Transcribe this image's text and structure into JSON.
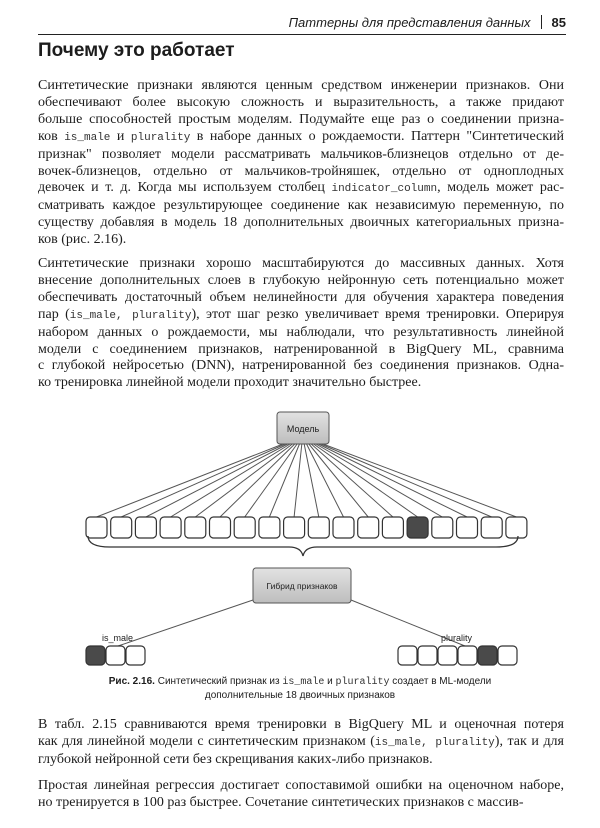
{
  "header": {
    "title": "Паттерны для представления данных",
    "page_number": "85"
  },
  "section_title": "Почему это работает",
  "para1": [
    [
      "Синтетические признаки являются ценным средством инженерии признаков. Они"
    ],
    [
      "обеспечивают более высокую сложность и выразительность, а также придают"
    ],
    [
      "больше способностей простым моделям. Подумайте еще раз о соединении призна-"
    ],
    [
      "ков ",
      "is_male",
      " и ",
      "plurality",
      " в наборе данных о рождаемости. Паттерн \"Синтетический"
    ],
    [
      "признак\" позволяет модели рассматривать мальчиков-близнецов отдельно от де-"
    ],
    [
      "вочек-близнецов, отдельно от мальчиков-тройняшек, отдельно от одноплодных"
    ],
    [
      "девочек и т. д. Когда мы используем столбец ",
      "indicator_column",
      ", модель может рас-"
    ],
    [
      "сматривать каждое результирующее соединение как независимую переменную, по"
    ],
    [
      "существу добавляя в модель 18 дополнительных двоичных категориальных призна-"
    ],
    [
      "ков (рис. 2.16)."
    ]
  ],
  "para2": [
    [
      "Синтетические признаки хорошо масштабируются до массивных данных. Хотя"
    ],
    [
      "внесение дополнительных слоев в глубокую нейронную сеть потенциально может"
    ],
    [
      "обеспечивать достаточный объем нелинейности для обучения характера поведения"
    ],
    [
      "пар (",
      "is_male, plurality",
      "), этот шаг резко увеличивает время тренировки. Оперируя"
    ],
    [
      "набором данных о рождаемости, мы наблюдали, что результативность линейной"
    ],
    [
      "модели с соединением признаков, натренированной в BigQuery ML, сравнима"
    ],
    [
      "с глубокой нейросетью (DNN), натренированной без соединения признаков. Одна-"
    ],
    [
      "ко тренировка линейной модели проходит значительно быстрее."
    ]
  ],
  "figure": {
    "model_label": "Модель",
    "cross_label": "Гибрид признаков",
    "left_label": "is_male",
    "right_label": "plurality",
    "cross_cells": 18,
    "cross_highlight": 13,
    "left_cells": 3,
    "left_highlight": 0,
    "right_cells": 6,
    "right_highlight": 4,
    "colors": {
      "box_fill": "#cfcfcf",
      "highlight": "#4a4a4a",
      "stroke": "#555555"
    }
  },
  "caption": {
    "prefix": "Рис. 2.16.",
    "text1": " Синтетический признак из ",
    "code1": "is_male",
    "text2": " и ",
    "code2": "plurality",
    "text3": " создает в ML-модели",
    "line2": "дополнительные 18 двоичных признаков"
  },
  "para3": [
    [
      "В табл. 2.15 сравниваются время тренировки в BigQuery ML и оценочная потеря"
    ],
    [
      "как для линейной модели с синтетическим признаком (",
      "is_male, plurality",
      "), так и для"
    ],
    [
      "глубокой нейронной сети без скрещивания каких-либо признаков."
    ]
  ],
  "para4": [
    [
      "Простая линейная регрессия достигает сопоставимой ошибки на оценочном наборе,"
    ],
    [
      "но тренируется в 100 раз быстрее. Сочетание синтетических признаков с массив-"
    ]
  ]
}
